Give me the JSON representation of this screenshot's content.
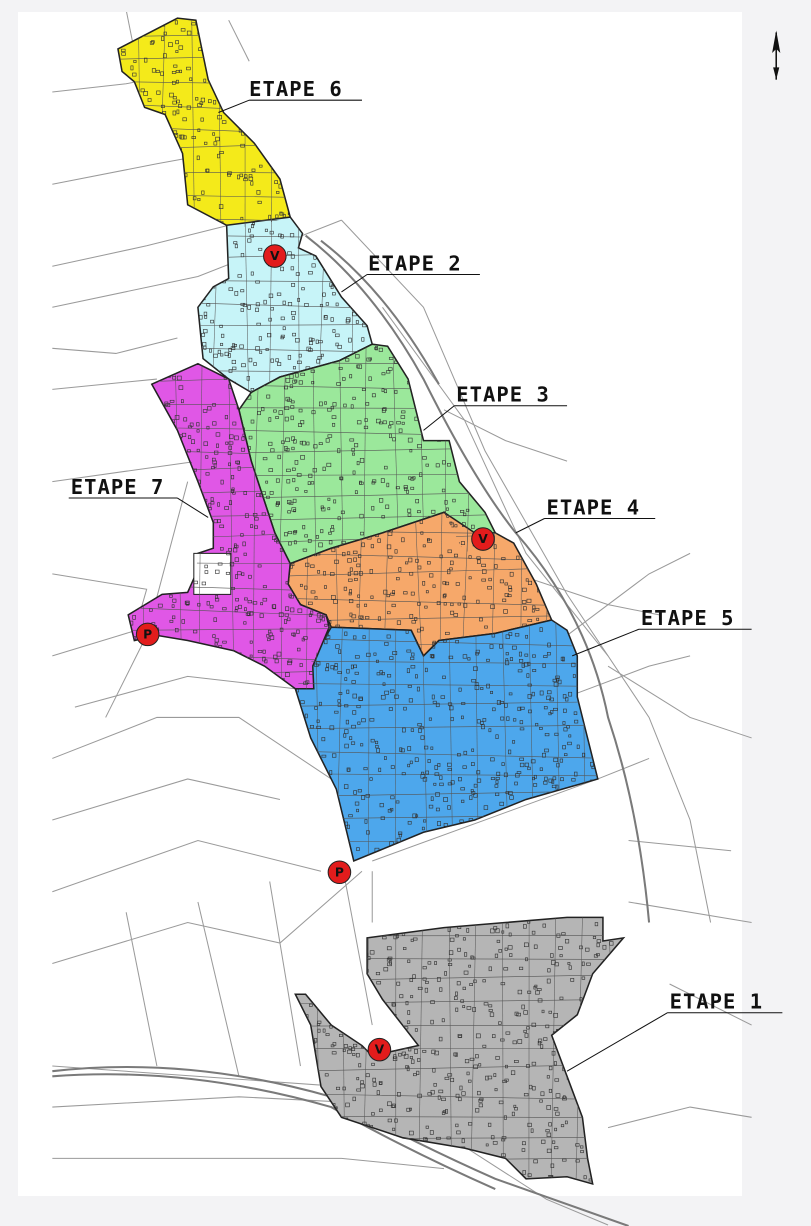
{
  "map": {
    "north_arrow": {
      "icon": "north-arrow-icon"
    },
    "zones": [
      {
        "id": "etape-1",
        "label": "ETAPE 1",
        "color": "#b5b5b5"
      },
      {
        "id": "etape-2",
        "label": "ETAPE 2",
        "color": "#c7f4f8"
      },
      {
        "id": "etape-3",
        "label": "ETAPE 3",
        "color": "#9be89b"
      },
      {
        "id": "etape-4",
        "label": "ETAPE 4",
        "color": "#f6a86a"
      },
      {
        "id": "etape-5",
        "label": "ETAPE 5",
        "color": "#4da7ec"
      },
      {
        "id": "etape-6",
        "label": "ETAPE 6",
        "color": "#f4ea1a"
      },
      {
        "id": "etape-7",
        "label": "ETAPE 7",
        "color": "#e057e6"
      }
    ],
    "markers": [
      {
        "id": "v-top",
        "text": "V",
        "color": "#e21c1c"
      },
      {
        "id": "v-mid",
        "text": "V",
        "color": "#e21c1c"
      },
      {
        "id": "p-left",
        "text": "P",
        "color": "#e21c1c"
      },
      {
        "id": "p-bottom",
        "text": "P",
        "color": "#e21c1c"
      },
      {
        "id": "v-bottom",
        "text": "V",
        "color": "#e21c1c"
      }
    ]
  }
}
